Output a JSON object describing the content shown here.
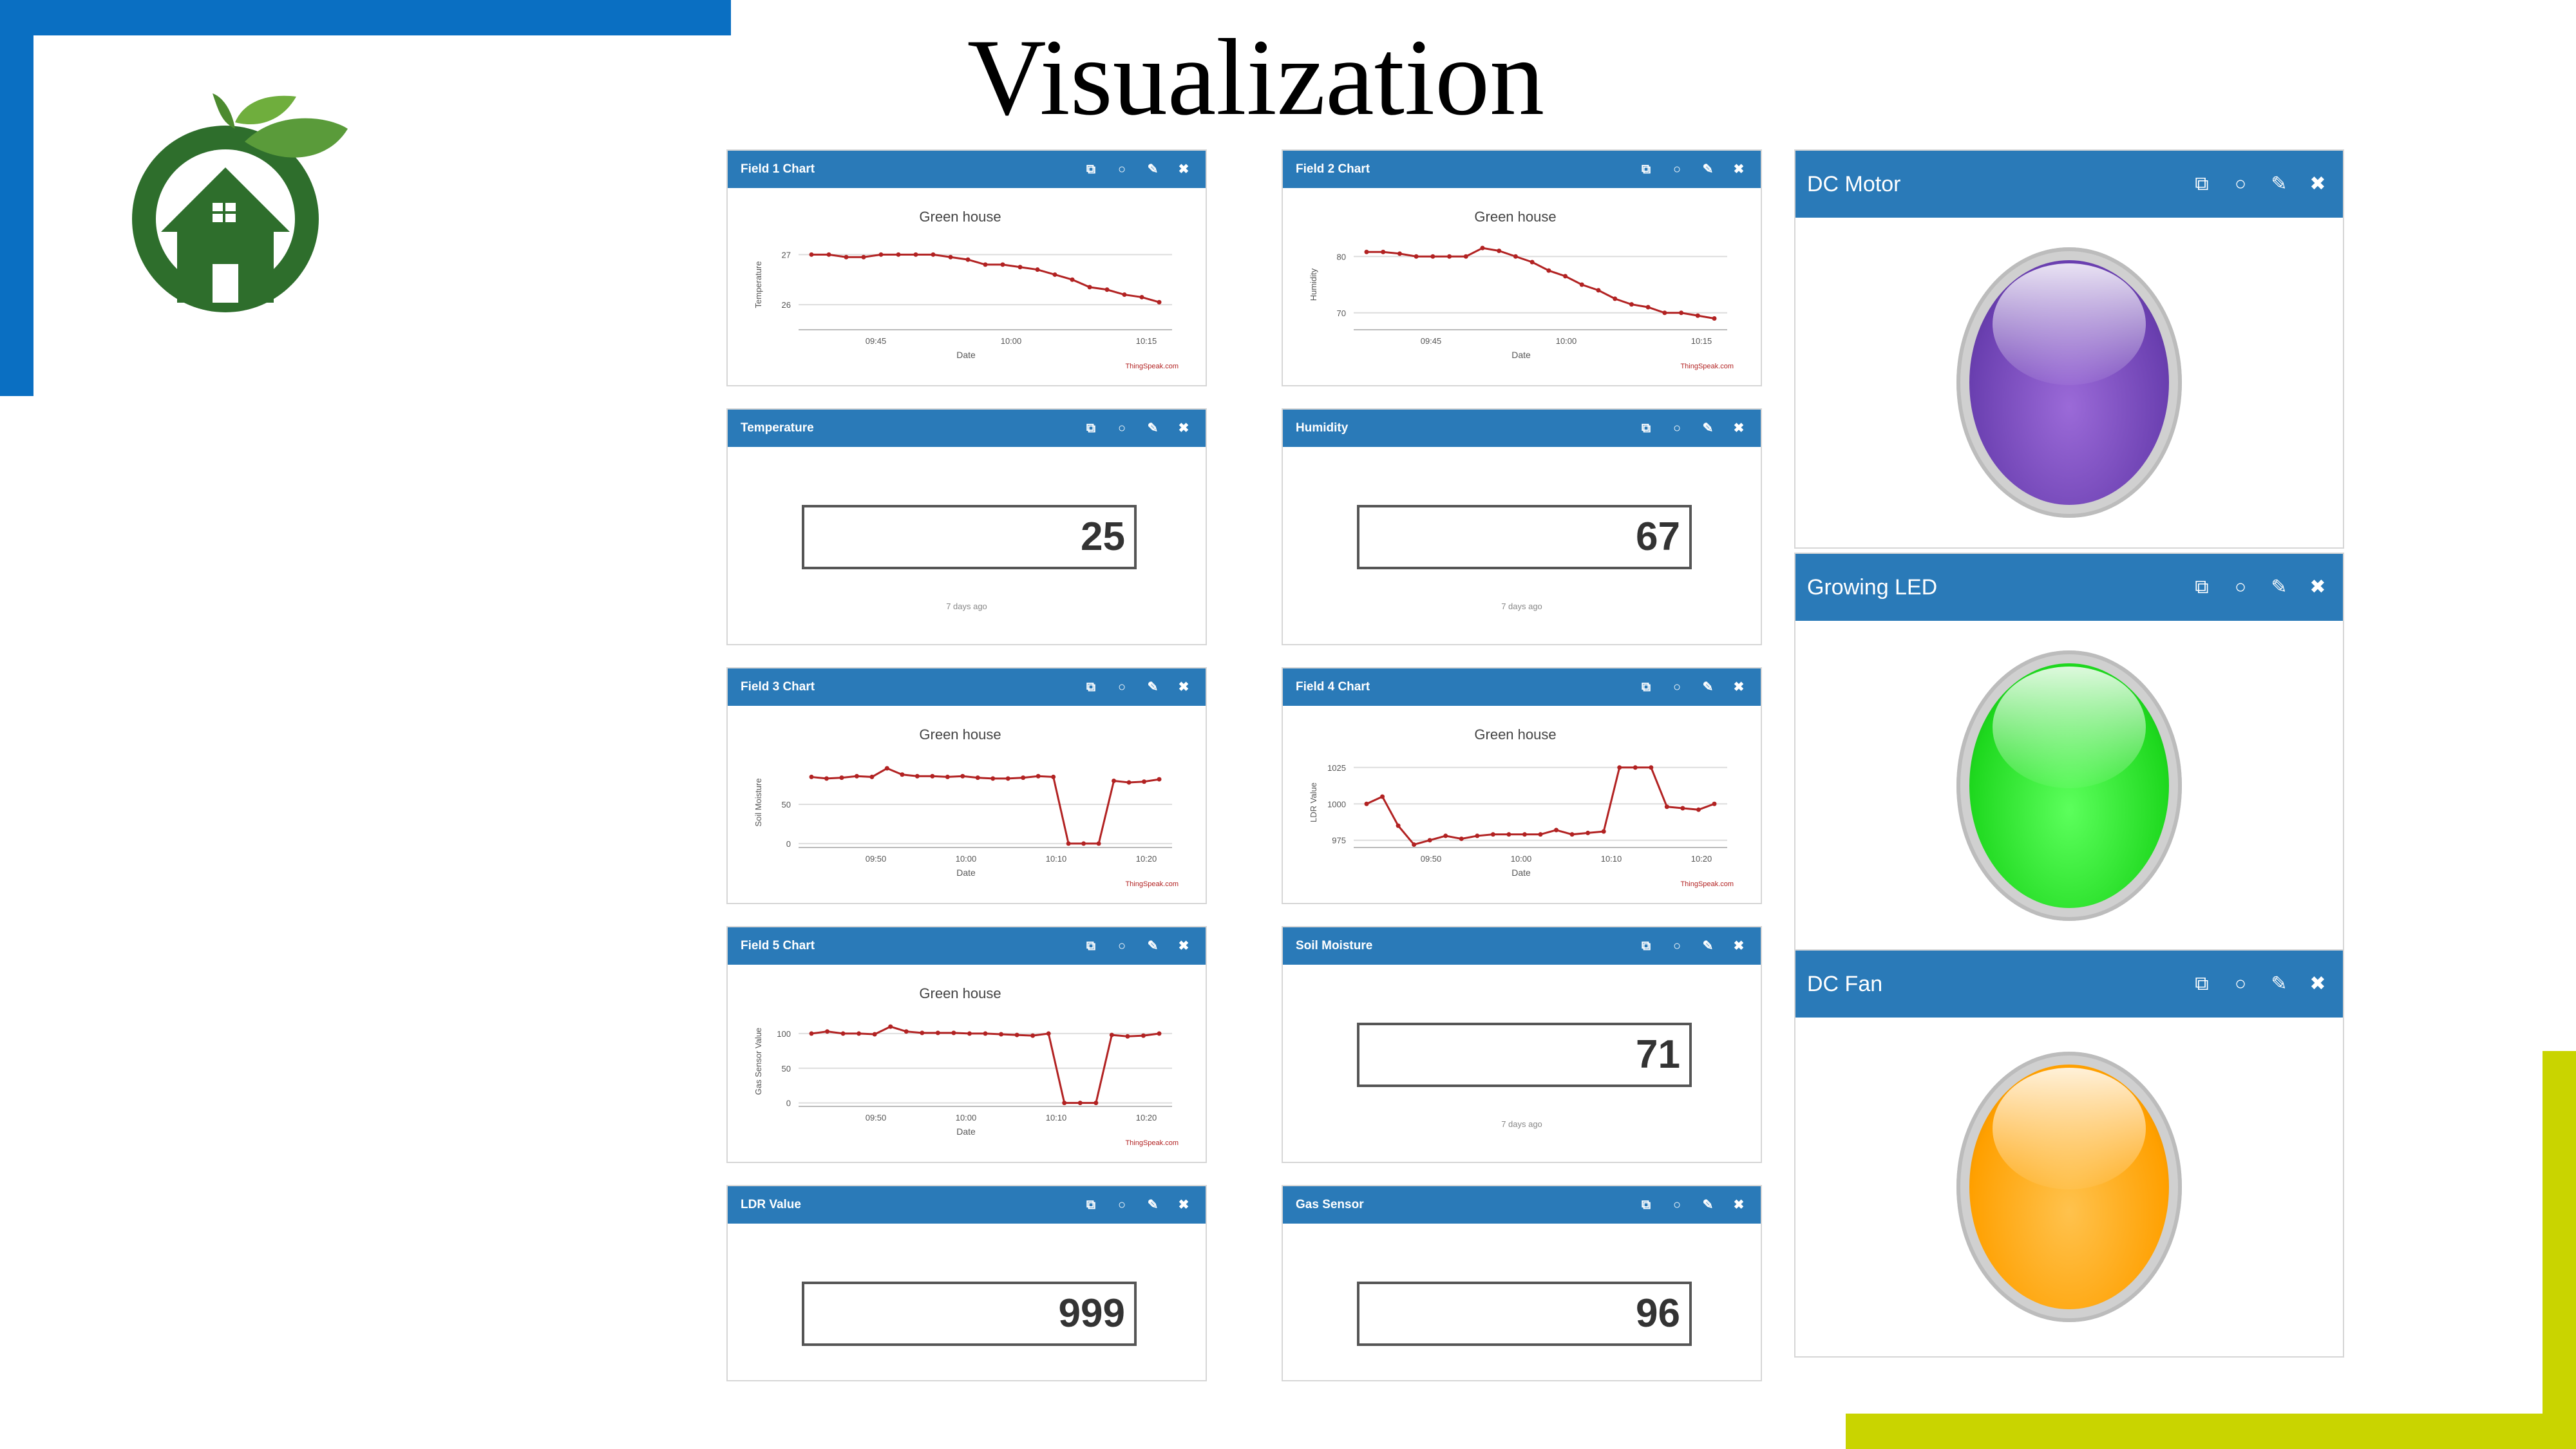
{
  "slide": {
    "title": "Visualization"
  },
  "header_tools": [
    "external-link-icon",
    "comment-icon",
    "pencil-icon",
    "close-icon"
  ],
  "tool_glyphs": {
    "external": "⧉",
    "comment": "○",
    "edit": "✎",
    "close": "✖"
  },
  "colors": {
    "header_blue": "#2a7ab8",
    "line": "#b22222",
    "motor": "#7a4bbf",
    "led": "#22dd22",
    "fan": "#ffa000"
  },
  "widgets": {
    "field1": {
      "title": "Field 1 Chart",
      "attribution": "ThingSpeak.com"
    },
    "field2": {
      "title": "Field 2 Chart",
      "attribution": "ThingSpeak.com"
    },
    "field3": {
      "title": "Field 3 Chart",
      "attribution": "ThingSpeak.com"
    },
    "field4": {
      "title": "Field 4 Chart",
      "attribution": "ThingSpeak.com"
    },
    "field5": {
      "title": "Field 5 Chart",
      "attribution": "ThingSpeak.com"
    },
    "temperature": {
      "title": "Temperature",
      "value": "25",
      "subtext": "7 days ago"
    },
    "humidity": {
      "title": "Humidity",
      "value": "67",
      "subtext": "7 days ago"
    },
    "soil": {
      "title": "Soil Moisture",
      "value": "71",
      "subtext": "7 days ago"
    },
    "ldr": {
      "title": "LDR Value",
      "value": "999"
    },
    "gas": {
      "title": "Gas Sensor",
      "value": "96"
    },
    "motor": {
      "title": "DC Motor"
    },
    "led": {
      "title": "Growing LED"
    },
    "fan": {
      "title": "DC Fan"
    }
  },
  "chart_data": [
    {
      "id": "field1",
      "type": "line",
      "title": "Green house",
      "xlabel": "Date",
      "ylabel": "Temperature",
      "xticks": [
        "09:45",
        "10:00",
        "10:15"
      ],
      "yticks": [
        26,
        27
      ],
      "ylim": [
        25.5,
        27.3
      ],
      "values": [
        27.0,
        27.0,
        26.95,
        26.95,
        27.0,
        27.0,
        27.0,
        27.0,
        26.95,
        26.9,
        26.8,
        26.8,
        26.75,
        26.7,
        26.6,
        26.5,
        26.35,
        26.3,
        26.2,
        26.15,
        26.05
      ],
      "grid": true
    },
    {
      "id": "field2",
      "type": "line",
      "title": "Green house",
      "xlabel": "Date",
      "ylabel": "Humidity",
      "xticks": [
        "09:45",
        "10:00",
        "10:15"
      ],
      "yticks": [
        70,
        80
      ],
      "ylim": [
        67,
        83
      ],
      "values": [
        80.8,
        80.8,
        80.5,
        80.0,
        80.0,
        80.0,
        80.0,
        81.5,
        81.0,
        80.0,
        79.0,
        77.5,
        76.5,
        75.0,
        74.0,
        72.5,
        71.5,
        71.0,
        70.0,
        70.0,
        69.5,
        69.0
      ],
      "grid": true
    },
    {
      "id": "field3",
      "type": "line",
      "title": "Green house",
      "xlabel": "Date",
      "ylabel": "Soil Moisture",
      "xticks": [
        "09:50",
        "10:00",
        "10:10",
        "10:20"
      ],
      "yticks": [
        0,
        50
      ],
      "ylim": [
        -5,
        110
      ],
      "values": [
        85,
        83,
        84,
        86,
        85,
        96,
        88,
        86,
        86,
        85,
        86,
        84,
        83,
        83,
        84,
        86,
        85,
        0,
        0,
        0,
        80,
        78,
        79,
        82
      ],
      "grid": true
    },
    {
      "id": "field4",
      "type": "line",
      "title": "Green house",
      "xlabel": "Date",
      "ylabel": "LDR Value",
      "xticks": [
        "09:50",
        "10:00",
        "10:10",
        "10:20"
      ],
      "yticks": [
        975,
        1000,
        1025
      ],
      "ylim": [
        970,
        1032
      ],
      "values": [
        1000,
        1005,
        985,
        972,
        975,
        978,
        976,
        978,
        979,
        979,
        979,
        979,
        982,
        979,
        980,
        981,
        1025,
        1025,
        1025,
        998,
        997,
        996,
        1000
      ],
      "grid": true
    },
    {
      "id": "field5",
      "type": "line",
      "title": "Green house",
      "xlabel": "Date",
      "ylabel": "Gas Sensor Value",
      "xticks": [
        "09:50",
        "10:00",
        "10:10",
        "10:20"
      ],
      "yticks": [
        0,
        50,
        100
      ],
      "ylim": [
        -5,
        125
      ],
      "values": [
        100,
        103,
        100,
        100,
        99,
        110,
        103,
        101,
        101,
        101,
        100,
        100,
        99,
        98,
        97,
        100,
        0,
        0,
        0,
        98,
        96,
        97,
        100
      ],
      "grid": true
    }
  ]
}
